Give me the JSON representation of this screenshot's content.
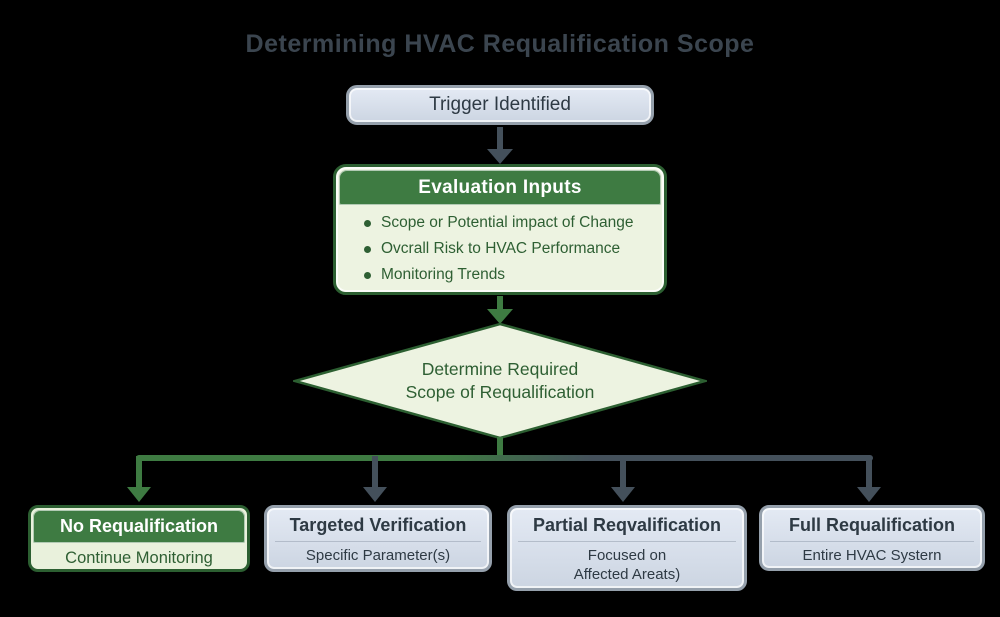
{
  "title": "Determining HVAC Requalification Scope",
  "nodes": {
    "trigger": {
      "label": "Trigger Identified"
    },
    "evaluation": {
      "title": "Evaluation Inputs",
      "bullets": {
        "0": "Scope or Potential impact of Change",
        "1": "Ovcrall Risk to HVAC Performance",
        "2": "Monitoring Trends"
      }
    },
    "decision": {
      "line1": "Determine Required",
      "line2": "Scope of Requalification"
    },
    "outcomes": {
      "0": {
        "title": "No Requalification",
        "subtitle": "Continue Monitoring"
      },
      "1": {
        "title": "Targeted Verification",
        "subtitle": "Specific Parameter(s)"
      },
      "2": {
        "title": "Partial Reqvalification",
        "subtitle": "Focused on\nAffected Areats)"
      },
      "3": {
        "title": "Full Requalification",
        "subtitle": "Entire HVAC Systern"
      }
    }
  },
  "colors": {
    "title-color": "#3b454f",
    "green-dark": "#2c5f31",
    "green-mid": "#3e7b42",
    "green-light": "#edf3e1",
    "green-body": "#e9f1dc",
    "green-text": "#2e5f33",
    "slate-dark": "#44505b",
    "slate-border": "#95a0ac",
    "slate-fill-1": "#e4eaf4",
    "slate-fill-2": "#ccd5e2",
    "slate-text": "#2e3a44"
  }
}
